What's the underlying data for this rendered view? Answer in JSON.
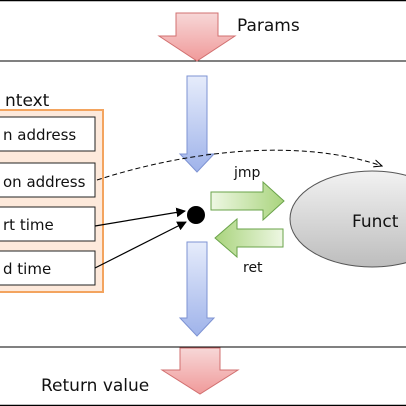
{
  "params_label": "Params",
  "context": {
    "title": "ntext",
    "fields": [
      "n address",
      "on address",
      "rt time",
      "d time"
    ]
  },
  "jmp_label": "jmp",
  "ret_label": "ret",
  "function_label": "Funct",
  "return_label": "Return value"
}
